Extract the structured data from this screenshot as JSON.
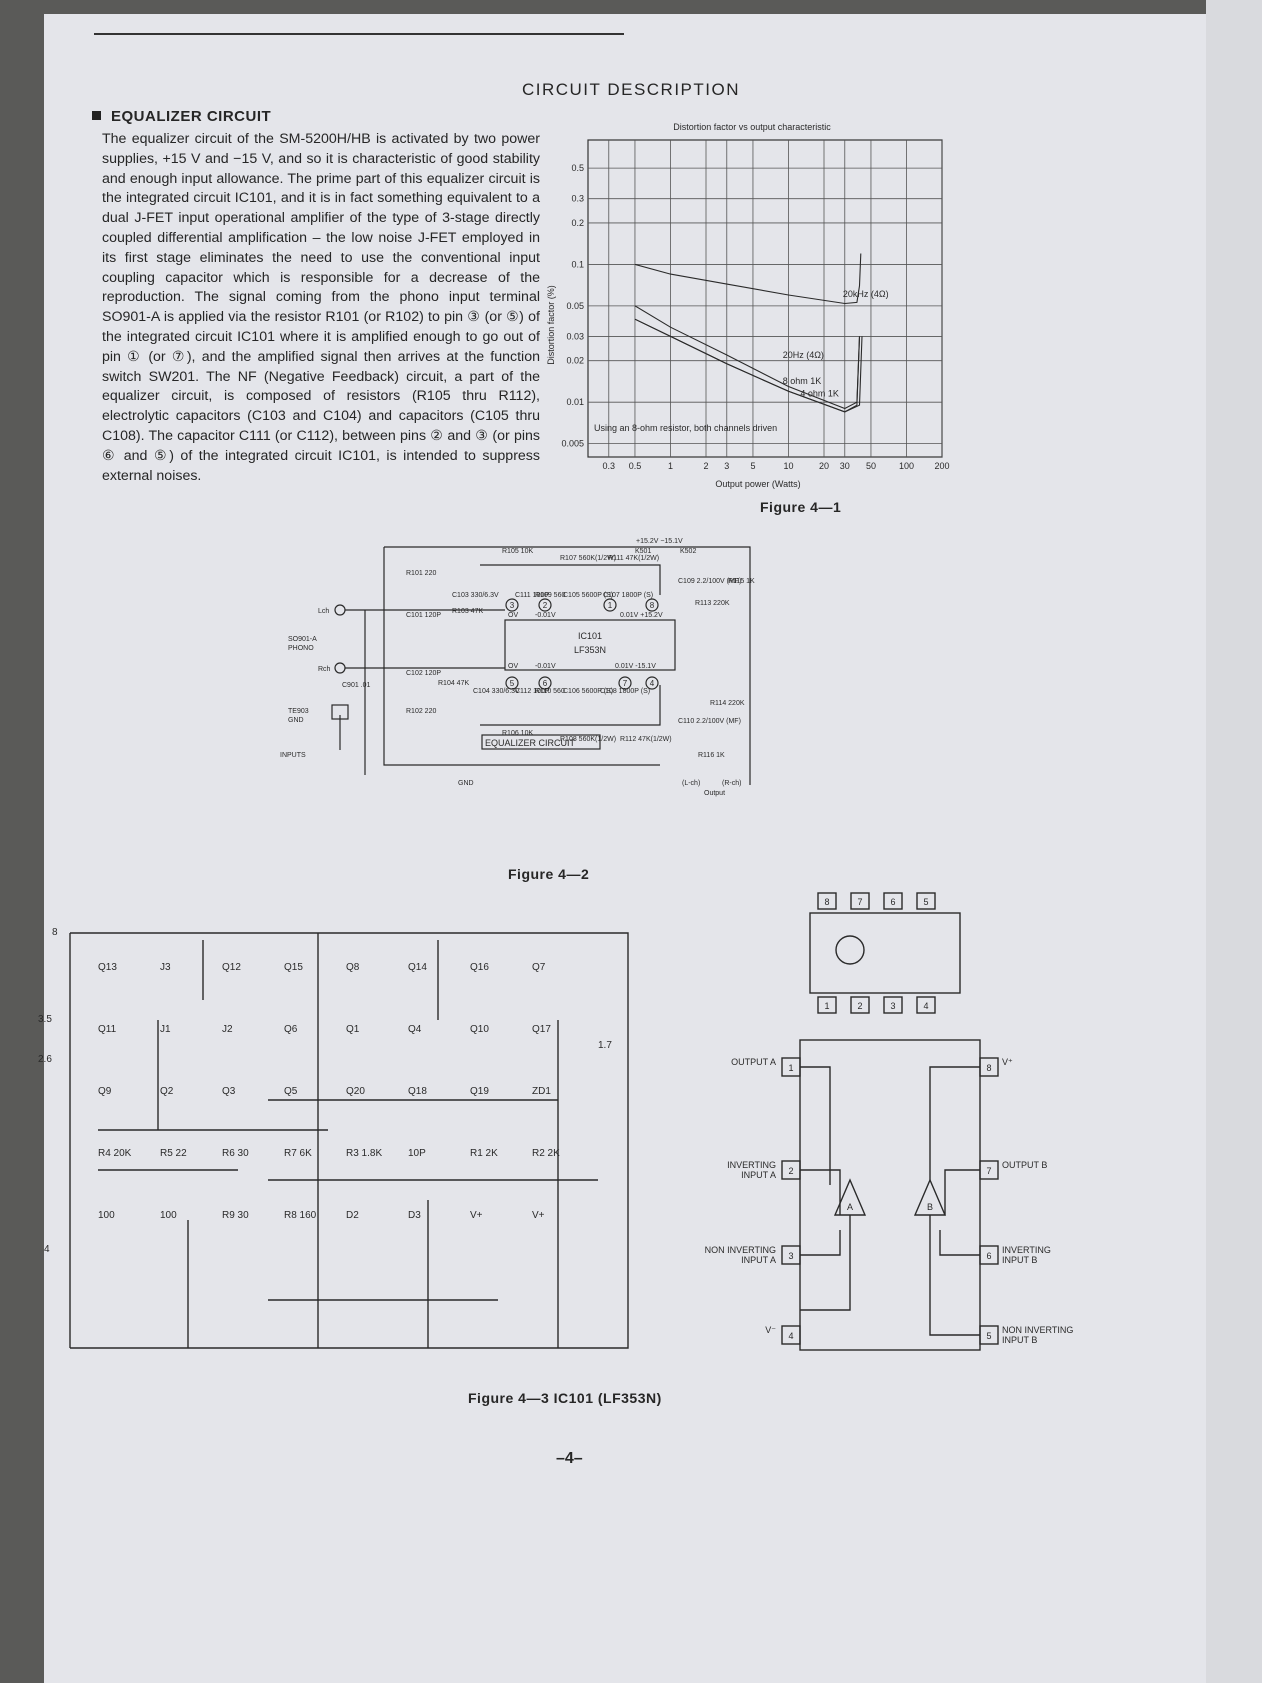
{
  "page": {
    "heading": "CIRCUIT DESCRIPTION",
    "section_title": "EQUALIZER CIRCUIT",
    "paragraph": "The equalizer circuit of the SM-5200H/HB is activated by two power supplies, +15 V and −15 V, and so it is characteristic of good stability and enough input allowance. The prime part of this equalizer circuit is the integrated circuit IC101, and it is in fact something equivalent to a dual J-FET input operational amplifier of the type of 3-stage directly coupled differential amplification – the low noise J-FET employed in its first stage eliminates the need to use the conventional input coupling capacitor which is responsible for a decrease of the reproduction. The signal coming from the phono input terminal SO901-A is applied via the resistor R101 (or R102) to pin ③ (or ⑤) of the integrated circuit IC101 where it is amplified enough to go out of pin ① (or ⑦), and the amplified signal then arrives at the function switch SW201. The NF (Negative Feedback) circuit, a part of the equalizer circuit, is composed of resistors (R105 thru R112), electrolytic capacitors (C103 and C104) and capacitors (C105 thru C108). The capacitor C111 (or C112), between pins ② and ③ (or pins ⑥ and ⑤) of the integrated circuit IC101, is intended to suppress external noises.",
    "page_number": "–4–"
  },
  "figures": {
    "fig1_caption": "Figure 4—1",
    "fig2_caption": "Figure 4—2",
    "fig3_caption": "Figure 4—3 IC101 (LF353N)"
  },
  "chart_data": {
    "type": "line",
    "title": "Distortion factor vs output characteristic",
    "xlabel": "Output power (Watts)",
    "ylabel": "Distortion factor (%)",
    "xscale": "log",
    "yscale": "log",
    "xlim": [
      0.2,
      200
    ],
    "ylim": [
      0.004,
      0.8
    ],
    "x_ticks": [
      "0.3",
      "0.5",
      "1",
      "2",
      "3",
      "5",
      "10",
      "20",
      "30",
      "50",
      "100",
      "200"
    ],
    "x_tick_values": [
      0.3,
      0.5,
      1,
      2,
      3,
      5,
      10,
      20,
      30,
      50,
      100,
      200
    ],
    "y_ticks": [
      "0.5",
      "0.3",
      "0.2",
      "0.1",
      "0.05",
      "0.03",
      "0.02",
      "0.01",
      "0.005"
    ],
    "y_tick_values": [
      0.5,
      0.3,
      0.2,
      0.1,
      0.05,
      0.03,
      0.02,
      0.01,
      0.005
    ],
    "annotation": "Using an 8-ohm resistor, both channels driven",
    "grid": true,
    "series": [
      {
        "name": "20kHz (4Ω)",
        "x": [
          0.5,
          1,
          3,
          10,
          30,
          38,
          40,
          41
        ],
        "y": [
          0.1,
          0.085,
          0.072,
          0.06,
          0.052,
          0.053,
          0.07,
          0.12
        ]
      },
      {
        "name": "20Hz (4Ω)",
        "x": [
          0.5,
          1,
          3,
          10,
          30,
          38,
          40
        ],
        "y": [
          0.05,
          0.035,
          0.022,
          0.013,
          0.009,
          0.01,
          0.03
        ]
      },
      {
        "name": "8 ohm 1K",
        "x": [
          0.5,
          1,
          3,
          10,
          30,
          38,
          40
        ],
        "y": [
          0.04,
          0.03,
          0.019,
          0.012,
          0.0085,
          0.0095,
          0.03
        ]
      },
      {
        "name": "4 ohm 1K",
        "x": [
          0.5,
          1,
          3,
          10,
          30,
          40,
          42
        ],
        "y": [
          0.04,
          0.03,
          0.019,
          0.012,
          0.0085,
          0.0095,
          0.03
        ]
      }
    ]
  },
  "schematic_equalizer": {
    "labels": {
      "rails": "+15.2V  −15.1V",
      "k501": "K501",
      "k502": "K502",
      "lch": "Lch",
      "rch": "Rch",
      "so901": "SO901-A",
      "phono": "PHONO",
      "te903": "TE903",
      "gnd_label": "GND",
      "inputs": "INPUTS",
      "gnd": "GND",
      "ic_name": "IC101",
      "ic_type": "LF353N",
      "ov_top": "OV",
      "v_top1": "-0.01V",
      "v_top2": "0.01V +15.2V",
      "ov_bot": "OV",
      "v_bot1": "-0.01V",
      "v_bot2": "0.01V -15.1V",
      "r101": "R101 220",
      "r102": "R102 220",
      "r103": "R103 47K",
      "r104": "R104 47K",
      "r105": "R105 10K",
      "r106": "R106 10K",
      "r107": "R107 560K(1/2W)",
      "r108": "R108 560K(1/2W)",
      "r109": "R109 560",
      "r110": "R110 560",
      "r111": "R111 47K(1/2W)",
      "r112": "R112 47K(1/2W)",
      "r113": "R113 220K",
      "r114": "R114 220K",
      "r115": "R115 1K",
      "r116": "R116 1K",
      "c101": "C101 120P",
      "c102": "C102 120P",
      "c103": "C103 330/6.3V",
      "c104": "C104 330/6.3V",
      "c105": "C105 5600P (S)",
      "c106": "C106 5600P (S)",
      "c107": "C107 1800P (S)",
      "c108": "C108 1800P (S)",
      "c109": "C109 2.2/100V (MF)",
      "c110": "C110 2.2/100V (MF)",
      "c111": "C111 100P",
      "c112": "C112 100P",
      "c901": "C901 .01",
      "eq_box": "EQUALIZER CIRCUIT",
      "lch_out": "(L-ch)",
      "rch_out": "(R-ch)",
      "output": "Output"
    },
    "pins": [
      "3",
      "2",
      "1",
      "8",
      "5",
      "6",
      "7",
      "4"
    ]
  },
  "schematic_ic": {
    "nodes": [
      "8",
      "3.5",
      "2.6",
      "4",
      "1.7"
    ],
    "transistors": [
      "Q13",
      "J3",
      "Q12",
      "Q15",
      "Q8",
      "Q14",
      "Q16",
      "Q7",
      "Q11",
      "J1",
      "J2",
      "Q6",
      "Q1",
      "Q4",
      "Q10",
      "Q17",
      "Q9",
      "Q2",
      "Q3",
      "Q5",
      "Q20",
      "Q18",
      "Q19"
    ],
    "parts": [
      "ZD1",
      "R4 20K",
      "R5 22",
      "R6 30",
      "R7 6K",
      "R3 1.8K",
      "10P",
      "R1 2K",
      "R2 2K",
      "100",
      "100",
      "R9 30",
      "R8 160",
      "D2",
      "D3",
      "V+",
      "V+"
    ]
  },
  "pinout": {
    "top_pins": [
      "8",
      "7",
      "6",
      "5"
    ],
    "bottom_pins": [
      "1",
      "2",
      "3",
      "4"
    ],
    "left": [
      {
        "pin": "1",
        "label": "OUTPUT A"
      },
      {
        "pin": "2",
        "label": "INVERTING INPUT A"
      },
      {
        "pin": "3",
        "label": "NON INVERTING INPUT A"
      },
      {
        "pin": "4",
        "label": "V⁻"
      }
    ],
    "right": [
      {
        "pin": "8",
        "label": "V⁺"
      },
      {
        "pin": "7",
        "label": "OUTPUT B"
      },
      {
        "pin": "6",
        "label": "INVERTING INPUT B"
      },
      {
        "pin": "5",
        "label": "NON INVERTING INPUT B"
      }
    ],
    "amp_a": "A",
    "amp_b": "B"
  }
}
